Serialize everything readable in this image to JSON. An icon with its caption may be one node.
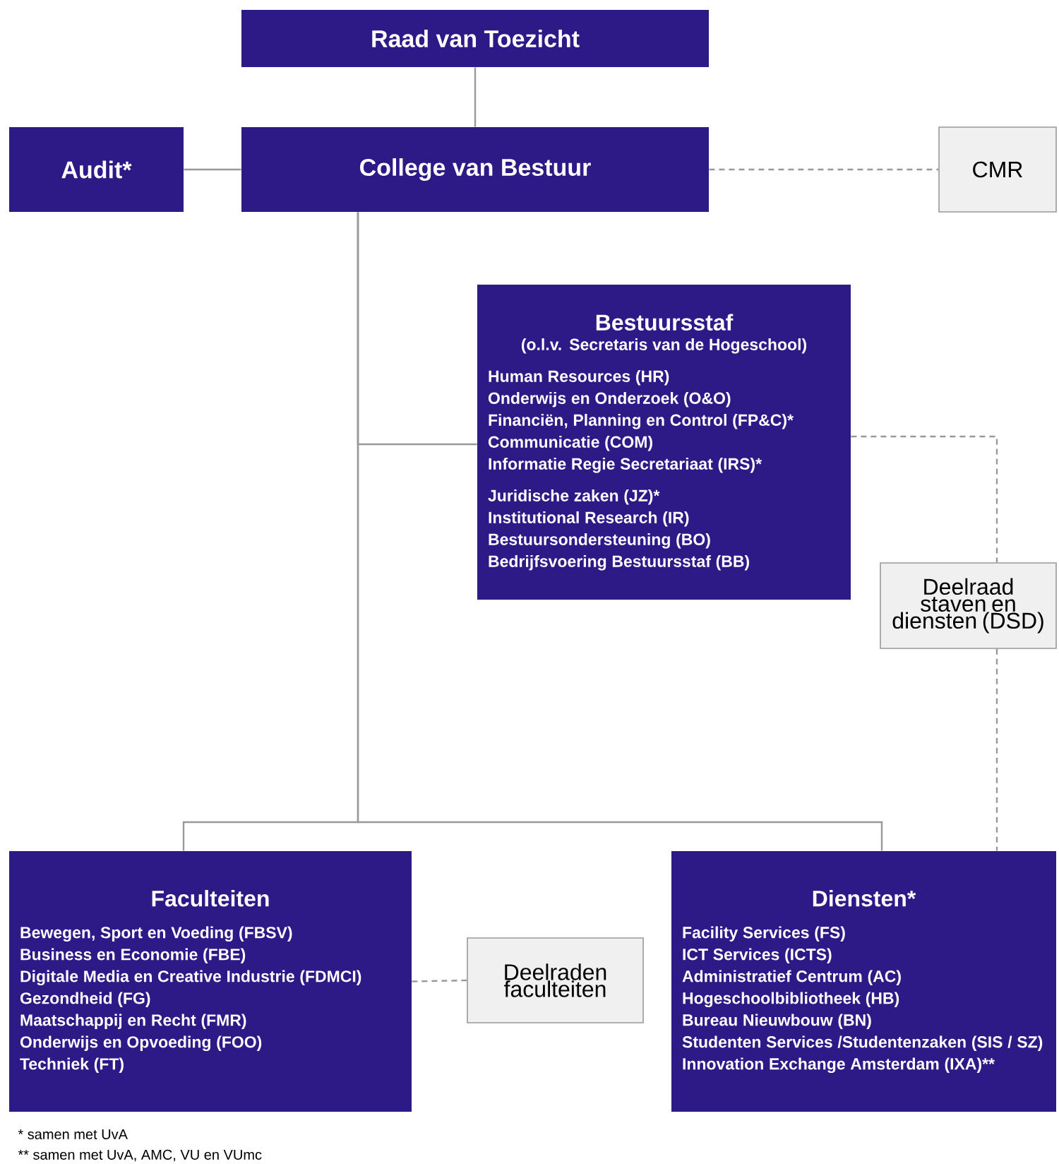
{
  "diagram": {
    "nodes": [
      {
        "text": [
          "Raad van Toezicht"
        ]
      },
      {
        "text": [
          "Audit*"
        ]
      },
      {
        "text": [
          "College van Bestuur"
        ]
      },
      {
        "text": [
          "CMR"
        ]
      },
      {
        "text": [
          "Bestuursstaf",
          "(o.l.v. Secretaris van de Hogeschool)",
          "Human Resources (HR)",
          "Onderwijs en Onderzoek (O&O)",
          "Financiën, Planning en Control (FP&C)*",
          "Communicatie (COM)",
          "Informatie Regie Secretariaat (IRS)*",
          "Juridische zaken (JZ)*",
          "Institutional Research (IR)",
          "Bestuursondersteuning (BO)",
          "Bedrijfsvoering Bestuursstaf (BB)"
        ]
      },
      {
        "text": [
          "Deelraad staven en diensten (DSD)"
        ]
      },
      {
        "text": [
          "Faculteiten",
          "Bewegen, Sport en Voeding (FBSV)",
          "Business en Economie (FBE)",
          "Digitale Media en Creative Industrie (FDMCI)",
          "Gezondheid (FG)",
          "Maatschappij en Recht (FMR)",
          "Onderwijs en Opvoeding (FOO)",
          "Techniek (FT)"
        ]
      },
      {
        "text": [
          "Deelraden faculteiten"
        ]
      },
      {
        "text": [
          "Diensten*",
          "Facility Services (FS)",
          "ICT Services (ICTS)",
          "Administratief Centrum (AC)",
          "Hogeschoolbibliotheek (HB)",
          "Bureau Nieuwbouw (BN)",
          "Studenten Services /Studentenzaken (SIS / SZ)",
          "Innovation Exchange Amsterdam (IXA)**"
        ]
      }
    ],
    "edges": [
      {
        "from": 0,
        "to": 2,
        "arrow": "none"
      },
      {
        "from": 1,
        "to": 2,
        "arrow": "none"
      },
      {
        "from": 2,
        "to": 3,
        "arrow": "none",
        "style": "dashed"
      },
      {
        "from": 2,
        "to": 4,
        "arrow": "none"
      },
      {
        "from": 2,
        "to": 6,
        "arrow": "none"
      },
      {
        "from": 2,
        "to": 8,
        "arrow": "none"
      },
      {
        "from": 4,
        "to": 5,
        "arrow": "none",
        "style": "dashed"
      },
      {
        "from": 5,
        "to": 8,
        "arrow": "none",
        "style": "dashed"
      },
      {
        "from": 6,
        "to": 7,
        "arrow": "none",
        "style": "dashed"
      }
    ],
    "labels": [
      "* samen met UvA",
      "** samen met UvA, AMC, VU en VUmc"
    ]
  }
}
